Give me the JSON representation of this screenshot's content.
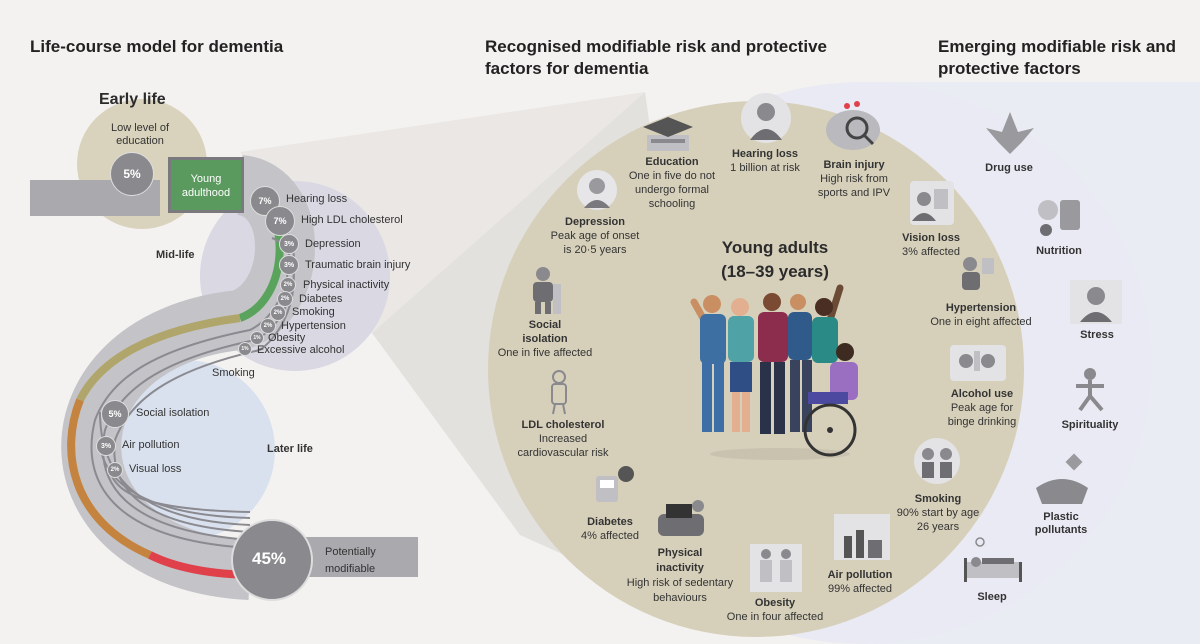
{
  "headings": {
    "life_course": "Life-course model for dementia",
    "recognised_line1": "Recognised modifiable risk and protective",
    "recognised_line2": "factors for dementia",
    "emerging_line1": "Emerging modifiable risk and",
    "emerging_line2": "protective factors"
  },
  "left": {
    "early_life": "Early life",
    "low_edu_1": "Low level of",
    "low_edu_2": "education",
    "edu_pct": "5%",
    "young_1": "Young",
    "young_2": "adulthood",
    "mid_life": "Mid-life",
    "later_life": "Later life",
    "smoking_label": "Smoking",
    "total_pct": "45%",
    "potentially_1": "Potentially",
    "potentially_2": "modifiable",
    "midlife_factors": [
      {
        "pct": "7%",
        "label": "Hearing loss"
      },
      {
        "pct": "7%",
        "label": "High LDL cholesterol"
      },
      {
        "pct": "3%",
        "label": "Depression"
      },
      {
        "pct": "3%",
        "label": "Traumatic brain injury"
      },
      {
        "pct": "2%",
        "label": "Physical inactivity"
      },
      {
        "pct": "2%",
        "label": "Diabetes"
      },
      {
        "pct": "2%",
        "label": "Smoking"
      },
      {
        "pct": "2%",
        "label": "Hypertension"
      },
      {
        "pct": "1%",
        "label": "Obesity"
      },
      {
        "pct": "1%",
        "label": "Excessive alcohol"
      }
    ],
    "laterlife_factors": [
      {
        "pct": "5%",
        "label": "Social isolation"
      },
      {
        "pct": "3%",
        "label": "Air pollution"
      },
      {
        "pct": "2%",
        "label": "Visual loss"
      }
    ]
  },
  "center": {
    "title_1": "Young adults",
    "title_2": "(18–39 years)",
    "education": {
      "name": "Education",
      "d1": "One in five do not",
      "d2": "undergo formal",
      "d3": "schooling"
    },
    "hearing": {
      "name": "Hearing loss",
      "d1": "1 billion at risk"
    },
    "brain": {
      "name": "Brain injury",
      "d1": "High risk from",
      "d2": "sports and IPV"
    },
    "depression": {
      "name": "Depression",
      "d1": "Peak age of onset",
      "d2": "is 20·5 years"
    },
    "vision": {
      "name": "Vision loss",
      "d1": "3% affected"
    },
    "hypertension": {
      "name": "Hypertension",
      "d1": "One in eight affected"
    },
    "social": {
      "name1": "Social",
      "name2": "isolation",
      "d1": "One in five affected"
    },
    "alcohol": {
      "name": "Alcohol use",
      "d1": "Peak age for",
      "d2": "binge drinking"
    },
    "ldl": {
      "name": "LDL cholesterol",
      "d1": "Increased",
      "d2": "cardiovascular risk"
    },
    "smoking": {
      "name": "Smoking",
      "d1": "90% start by age",
      "d2": "26 years"
    },
    "diabetes": {
      "name": "Diabetes",
      "d1": "4% affected"
    },
    "physical": {
      "name1": "Physical",
      "name2": "inactivity",
      "d1": "High risk of sedentary",
      "d2": "behaviours"
    },
    "obesity": {
      "name": "Obesity",
      "d1": "One in four affected"
    },
    "air": {
      "name": "Air pollution",
      "d1": "99% affected"
    }
  },
  "emerging": {
    "drug": "Drug use",
    "nutrition": "Nutrition",
    "stress": "Stress",
    "spirituality": "Spirituality",
    "plastic_1": "Plastic",
    "plastic_2": "pollutants",
    "sleep": "Sleep"
  },
  "colors": {
    "beige": "#d7d1bd",
    "green": "#5a9a5e",
    "lavender": "#d9d8e4",
    "later_blue": "#dbe2ef",
    "red": "#e0404a",
    "grey_pct": "#8a8a8e"
  }
}
